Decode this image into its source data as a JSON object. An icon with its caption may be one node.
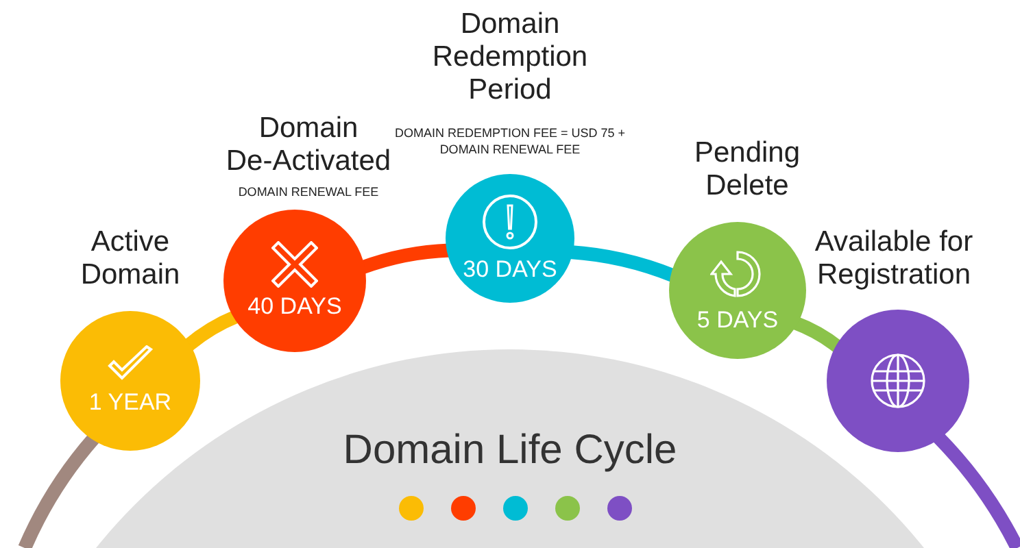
{
  "diagram": {
    "title": "Domain Life Cycle",
    "nodes": [
      {
        "text": [
          "1 YEAR"
        ],
        "beside": [
          "Active Domain"
        ]
      },
      {
        "text": [
          "40 DAYS"
        ],
        "beside": [
          "Domain De-Activated",
          "DOMAIN RENEWAL FEE"
        ]
      },
      {
        "text": [
          "30 DAYS"
        ],
        "beside": [
          "Domain Redemption Period",
          "DOMAIN REDEMPTION FEE = USD 75 + DOMAIN RENEWAL FEE"
        ]
      },
      {
        "text": [
          "5 DAYS"
        ],
        "beside": [
          "Pending Delete"
        ]
      },
      {
        "text": [],
        "shape": "circle",
        "beside": [
          "Available for Registration"
        ]
      }
    ],
    "edges": [
      {
        "from": null,
        "to": 0,
        "arrow": "none",
        "color": "#a1887f"
      },
      {
        "from": 0,
        "to": 1,
        "arrow": "none",
        "color": "#fbbc05"
      },
      {
        "from": 1,
        "to": 2,
        "arrow": "none",
        "color": "#ff3d00"
      },
      {
        "from": 2,
        "to": 3,
        "arrow": "none",
        "color": "#00bcd4"
      },
      {
        "from": 3,
        "to": 4,
        "arrow": "none",
        "color": "#8bc34a"
      },
      {
        "from": 4,
        "to": null,
        "arrow": "none",
        "color": "#7e4fc4"
      }
    ]
  }
}
